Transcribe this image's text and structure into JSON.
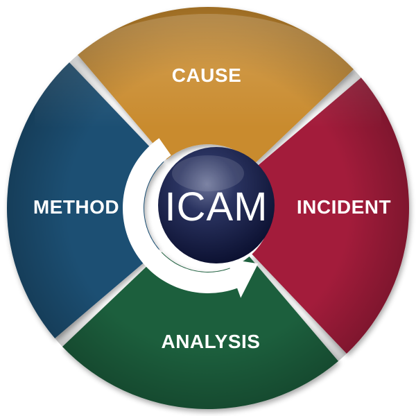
{
  "center": {
    "label": "ICAM"
  },
  "segments": [
    {
      "id": "cause",
      "label": "CAUSE",
      "color": "#C98B2E"
    },
    {
      "id": "incident",
      "label": "INCIDENT",
      "color": "#A31C3A"
    },
    {
      "id": "analysis",
      "label": "ANALYSIS",
      "color": "#1F5E3C"
    },
    {
      "id": "method",
      "label": "METHOD",
      "color": "#1E4F73"
    }
  ],
  "colors": {
    "center_sphere": "#131A3A",
    "arrow": "#FFFFFF",
    "background": "#FFFFFF"
  }
}
